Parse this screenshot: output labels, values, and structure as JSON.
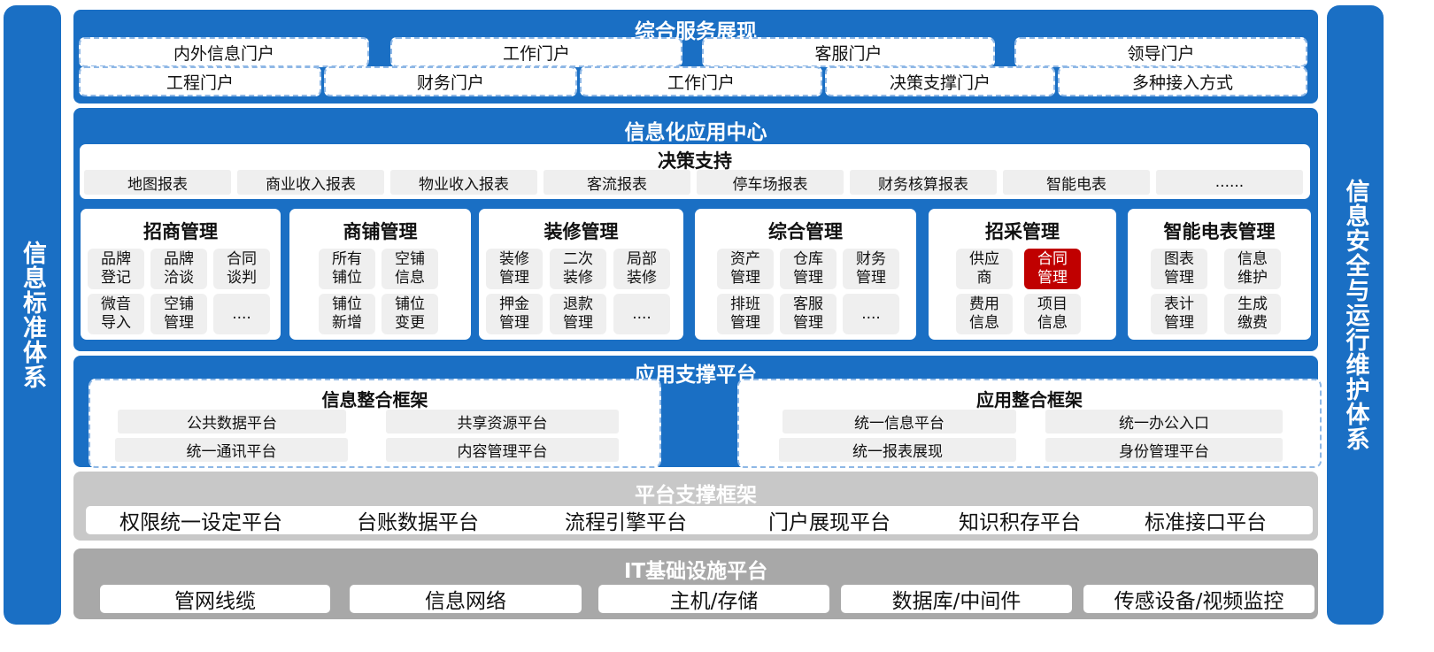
{
  "left_side": "信息标准体系",
  "right_side": "信息安全与运行维护体系",
  "service": {
    "title": "综合服务展现",
    "row1": [
      "内外信息门户",
      "工作门户",
      "客服门户",
      "领导门户"
    ],
    "row2": [
      "工程门户",
      "财务门户",
      "工作门户",
      "决策支撑门户",
      "多种接入方式"
    ]
  },
  "app_center": {
    "title": "信息化应用中心",
    "decision": {
      "title": "决策支持",
      "items": [
        "地图报表",
        "商业收入报表",
        "物业收入报表",
        "客流报表",
        "停车场报表",
        "财务核算报表",
        "智能电表",
        "......"
      ]
    },
    "modules": [
      {
        "title": "招商管理",
        "cells": [
          "品牌\n登记",
          "品牌\n洽谈",
          "合同\n谈判",
          "微音\n导入",
          "空铺\n管理",
          "...."
        ]
      },
      {
        "title": "商铺管理",
        "cells": [
          "所有\n铺位",
          "空铺\n信息",
          "铺位\n新增",
          "铺位\n变更"
        ]
      },
      {
        "title": "装修管理",
        "cells": [
          "装修\n管理",
          "二次\n装修",
          "局部\n装修",
          "押金\n管理",
          "退款\n管理",
          "...."
        ]
      },
      {
        "title": "综合管理",
        "cells": [
          "资产\n管理",
          "仓库\n管理",
          "财务\n管理",
          "排班\n管理",
          "客服\n管理",
          "...."
        ]
      },
      {
        "title": "招采管理",
        "cells": [
          "供应\n商",
          "合同\n管理",
          "费用\n信息",
          "项目\n信息"
        ]
      },
      {
        "title": "智能电表管理",
        "cells": [
          "图表\n管理",
          "信息\n维护",
          "表计\n管理",
          "生成\n缴费"
        ]
      }
    ],
    "highlight_color": "#c00000"
  },
  "support_platform": {
    "title": "应用支撑平台",
    "info_frame": {
      "title": "信息整合框架",
      "items": [
        "公共数据平台",
        "共享资源平台",
        "统一通讯平台",
        "内容管理平台"
      ]
    },
    "app_frame": {
      "title": "应用整合框架",
      "items": [
        "统一信息平台",
        "统一办公入口",
        "统一报表展现",
        "身份管理平台"
      ]
    }
  },
  "platform_frame": {
    "title": "平台支撑框架",
    "items": [
      "权限统一设定平台",
      "台账数据平台",
      "流程引擎平台",
      "门户展现平台",
      "知识积存平台",
      "标准接口平台"
    ]
  },
  "it_infra": {
    "title": "IT基础设施平台",
    "items": [
      "管网线缆",
      "信息网络",
      "主机/存储",
      "数据库/中间件",
      "传感设备/视频监控"
    ]
  },
  "colors": {
    "primary_blue": "#1a6fc4",
    "platform_gray": "#c8c8c8",
    "infra_gray": "#a8a8a8",
    "cell_gray": "#efefef"
  }
}
